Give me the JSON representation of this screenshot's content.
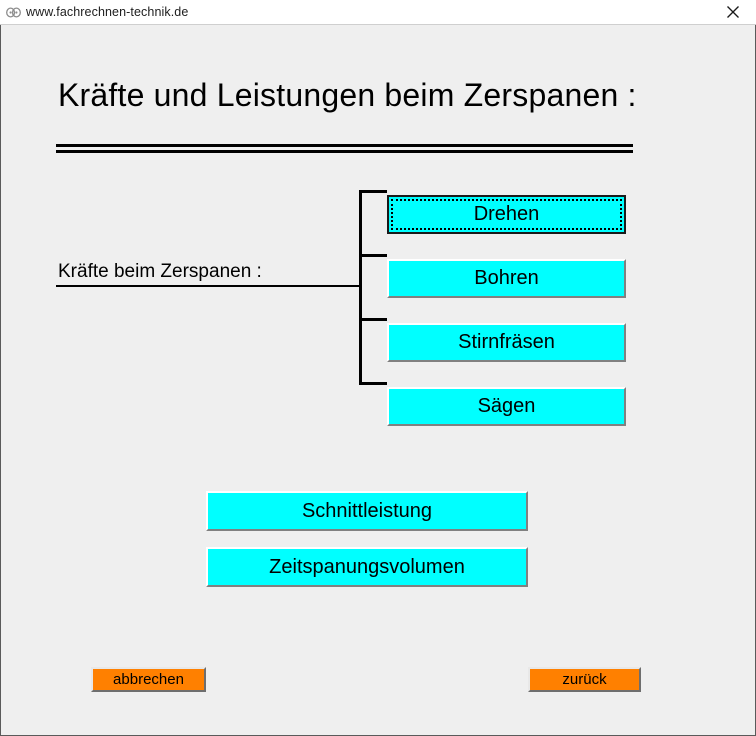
{
  "window": {
    "tab_title": "www.fachrechnen-technik.de",
    "tab_icon": "link-chain-icon",
    "close_icon": "close-icon"
  },
  "page": {
    "heading": "Kräfte und Leistungen beim Zerspanen :",
    "caption": "Kräfte beim Zerspanen :"
  },
  "tree_buttons": [
    {
      "label": "Drehen",
      "focused": true
    },
    {
      "label": "Bohren",
      "focused": false
    },
    {
      "label": "Stirnfräsen",
      "focused": false
    },
    {
      "label": "Sägen",
      "focused": false
    }
  ],
  "wide_buttons": [
    {
      "label": "Schnittleistung"
    },
    {
      "label": "Zeitspanungsvolumen"
    }
  ],
  "nav_buttons": {
    "cancel": "abbrechen",
    "back": "zurück"
  },
  "colors": {
    "button_cyan": "#00ffff",
    "button_orange": "#ff8000",
    "page_background": "#efefef",
    "text": "#000000",
    "rule": "#000000"
  }
}
